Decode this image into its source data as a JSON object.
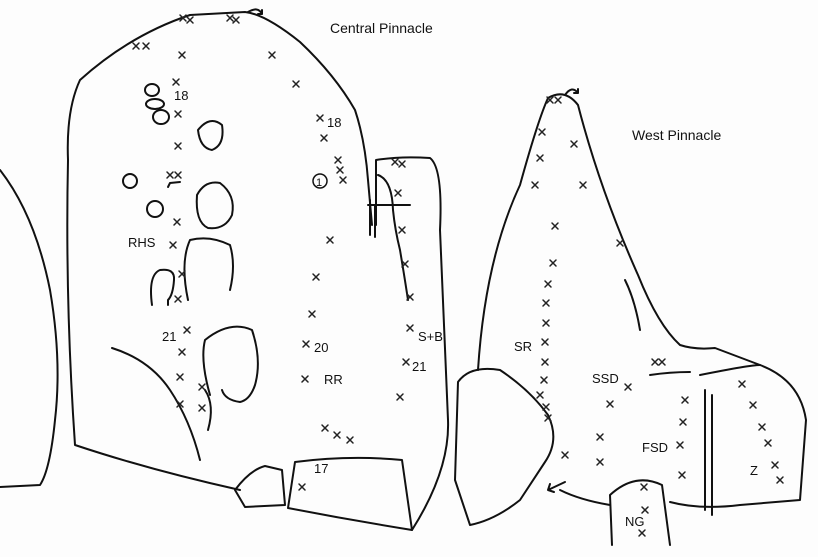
{
  "titles": {
    "central": "Central Pinnacle",
    "west": "West Pinnacle"
  },
  "labels": {
    "c18a": "18",
    "c18b": "18",
    "circled": "1",
    "rhs": "RHS",
    "c21": "21",
    "c20": "20",
    "rr": "RR",
    "sb": "S+B",
    "sb21": "21",
    "c17": "17",
    "sr": "SR",
    "ssd": "SSD",
    "fsd": "FSD",
    "z": "Z",
    "ng": "NG"
  },
  "colors": {
    "ink": "#111111",
    "paper": "#fdfdfd"
  }
}
